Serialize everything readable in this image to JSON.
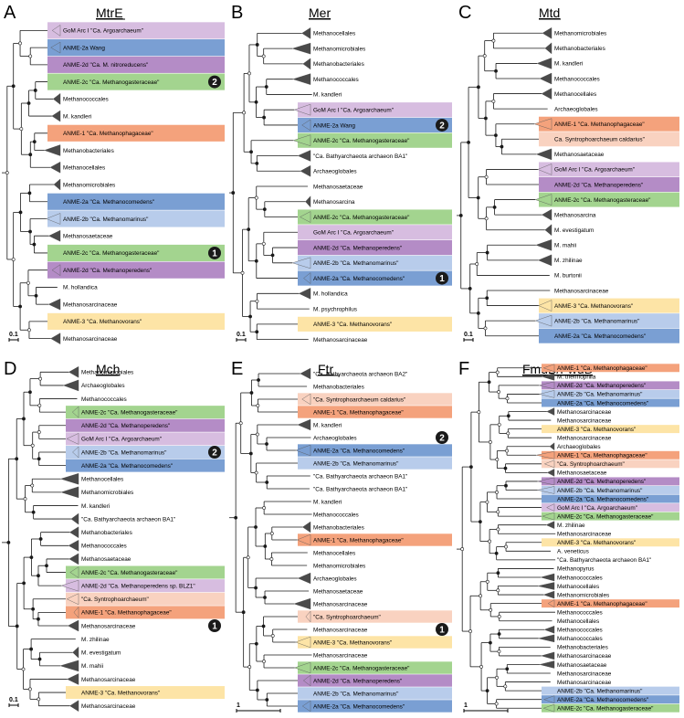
{
  "panels": [
    {
      "letter": "A",
      "title": "MtrE",
      "scale": "0.1",
      "badges": [
        "2",
        "1"
      ],
      "leaves": [
        {
          "text": "GoM Arc I \"Ca. Argoarchaeum\"",
          "color": "#d7bde0"
        },
        {
          "text": "ANME-2a Wang",
          "color": "#7a9fd3"
        },
        {
          "text": "ANME-2d \"Ca. M. nitroreducens\"",
          "color": "#b48cc6"
        },
        {
          "text": "ANME-2c \"Ca. Methanogasteraceae\"",
          "color": "#a3d48f"
        },
        {
          "text": "Methanococcales",
          "color": ""
        },
        {
          "text": "M. kandleri",
          "color": ""
        },
        {
          "text": "ANME-1 \"Ca. Methanophagaceae\"",
          "color": "#f4a27c"
        },
        {
          "text": "Methanobacteriales",
          "color": ""
        },
        {
          "text": "Methanocellales",
          "color": ""
        },
        {
          "text": "Methanomicrobiales",
          "color": ""
        },
        {
          "text": "ANME-2a \"Ca. Methanocomedens\"",
          "color": "#7a9fd3"
        },
        {
          "text": "ANME-2b \"Ca. Methanomarinus\"",
          "color": "#b8cceb"
        },
        {
          "text": "Methanosaetaceae",
          "color": ""
        },
        {
          "text": "ANME-2c \"Ca. Methanogasteraceae\"",
          "color": "#a3d48f"
        },
        {
          "text": "ANME-2d \"Ca. Methanoperedens\"",
          "color": "#b48cc6"
        },
        {
          "text": "M. hollandica",
          "color": ""
        },
        {
          "text": "Methanosarcinaceae",
          "color": ""
        },
        {
          "text": "ANME-3 \"Ca. Methanovorans\"",
          "color": "#fde4a6"
        },
        {
          "text": "Methanosarcinaceae",
          "color": ""
        }
      ]
    },
    {
      "letter": "B",
      "title": "Mer",
      "scale": "0.1",
      "badges": [
        "2",
        "1"
      ],
      "leaves": [
        {
          "text": "Methanocellales",
          "color": ""
        },
        {
          "text": "Methanomicrobiales",
          "color": ""
        },
        {
          "text": "Methanobacteriales",
          "color": ""
        },
        {
          "text": "Methanococcales",
          "color": ""
        },
        {
          "text": "M. kandleri",
          "color": ""
        },
        {
          "text": "GoM Arc I \"Ca. Argoarchaeum\"",
          "color": "#d7bde0"
        },
        {
          "text": "ANME-2a Wang",
          "color": "#7a9fd3"
        },
        {
          "text": "ANME-2c \"Ca. Methanogasteraceae\"",
          "color": "#a3d48f"
        },
        {
          "text": "\"Ca. Bathyarchaeota archaeon BA1\"",
          "color": ""
        },
        {
          "text": "Archaeoglobales",
          "color": ""
        },
        {
          "text": "Methanosaetaceae",
          "color": ""
        },
        {
          "text": "Methanosarcina",
          "color": ""
        },
        {
          "text": "ANME-2c \"Ca. Methanogasteraceae\"",
          "color": "#a3d48f"
        },
        {
          "text": "GoM Arc I \"Ca. Argoarchaeum\"",
          "color": "#d7bde0"
        },
        {
          "text": "ANME-2d \"Ca. Methanoperedens\"",
          "color": "#b48cc6"
        },
        {
          "text": "ANME-2b \"Ca. Methanomarinus\"",
          "color": "#b8cceb"
        },
        {
          "text": "ANME-2a \"Ca. Methanocomedens\"",
          "color": "#7a9fd3"
        },
        {
          "text": "M. hollandica",
          "color": ""
        },
        {
          "text": "M. psychrophilus",
          "color": ""
        },
        {
          "text": "ANME-3 \"Ca. Methanovorans\"",
          "color": "#fde4a6"
        },
        {
          "text": "Methanosarcinaceae",
          "color": ""
        }
      ]
    },
    {
      "letter": "C",
      "title": "Mtd",
      "scale": "0.1",
      "badges": [],
      "leaves": [
        {
          "text": "Methanomicrobiales",
          "color": ""
        },
        {
          "text": "Methanobacteriales",
          "color": ""
        },
        {
          "text": "M. kandleri",
          "color": ""
        },
        {
          "text": "Methanococcales",
          "color": ""
        },
        {
          "text": "Methanocellales",
          "color": ""
        },
        {
          "text": "Archaeoglobales",
          "color": ""
        },
        {
          "text": "ANME-1 \"Ca. Methanophagaceae\"",
          "color": "#f4a27c"
        },
        {
          "text": "Ca. Syntrophoarchaeum caldarius\"",
          "color": "#f9d2c0"
        },
        {
          "text": "Methanosaetaceae",
          "color": ""
        },
        {
          "text": "GoM Arc I \"Ca. Argoarchaeum\"",
          "color": "#d7bde0"
        },
        {
          "text": "ANME-2d \"Ca. Methanoperedens\"",
          "color": "#b48cc6"
        },
        {
          "text": "ANME-2c \"Ca. Methanogasteraceae\"",
          "color": "#a3d48f"
        },
        {
          "text": "Methanosarcina",
          "color": ""
        },
        {
          "text": "M. evestigatum",
          "color": ""
        },
        {
          "text": "M. mahii",
          "color": ""
        },
        {
          "text": "M. zhilinae",
          "color": ""
        },
        {
          "text": "M. burtonii",
          "color": ""
        },
        {
          "text": "Methanosarcinaceae",
          "color": ""
        },
        {
          "text": "ANME-3 \"Ca. Methanovorans\"",
          "color": "#fde4a6"
        },
        {
          "text": "ANME-2b \"Ca. Methanomarinus\"",
          "color": "#b8cceb"
        },
        {
          "text": "ANME-2a \"Ca. Methanocomedens\"",
          "color": "#7a9fd3"
        }
      ]
    },
    {
      "letter": "D",
      "title": "Mch",
      "scale": "0.1",
      "badges": [
        "2",
        "1"
      ],
      "leaves": [
        {
          "text": "Methanomicrobiales",
          "color": ""
        },
        {
          "text": "Archaeoglobales",
          "color": ""
        },
        {
          "text": "Methanococcales",
          "color": ""
        },
        {
          "text": "ANME-2c \"Ca. Methanogasteraceae\"",
          "color": "#a3d48f"
        },
        {
          "text": "ANME-2d \"Ca. Methanoperedens\"",
          "color": "#b48cc6"
        },
        {
          "text": "GoM Arc I \"Ca. Argoarchaeum\"",
          "color": "#d7bde0"
        },
        {
          "text": "ANME-2b \"Ca. Methanomarinus\"",
          "color": "#b8cceb"
        },
        {
          "text": "ANME-2a \"Ca. Methanocomedens\"",
          "color": "#7a9fd3"
        },
        {
          "text": "Methanocellales",
          "color": ""
        },
        {
          "text": "Methanomicrobiales",
          "color": ""
        },
        {
          "text": "M. kandleri",
          "color": ""
        },
        {
          "text": "\"Ca. Bathyarchaeota archaeon BA1\"",
          "color": ""
        },
        {
          "text": "Methanobacteriales",
          "color": ""
        },
        {
          "text": "Methanococcales",
          "color": ""
        },
        {
          "text": "Methanosaetaceae",
          "color": ""
        },
        {
          "text": "ANME-2c \"Ca. Methanogasteraceae\"",
          "color": "#a3d48f"
        },
        {
          "text": "ANME-2d \"Ca. Methanoperedens sp. BLZ1\"",
          "color": "#d7bde0"
        },
        {
          "text": "\"Ca. Syntrophoarchaeum\"",
          "color": "#f9d2c0"
        },
        {
          "text": "ANME-1 \"Ca. Methanophagaceae\"",
          "color": "#f4a27c"
        },
        {
          "text": "Methanosarcinaceae",
          "color": ""
        },
        {
          "text": "M. zhilinae",
          "color": ""
        },
        {
          "text": "M. evestigatum",
          "color": ""
        },
        {
          "text": "M. mahii",
          "color": ""
        },
        {
          "text": "Methanosarcinaceae",
          "color": ""
        },
        {
          "text": "ANME-3 \"Ca. Methanovorans\"",
          "color": "#fde4a6"
        },
        {
          "text": "Methanosarcinaceae",
          "color": ""
        }
      ]
    },
    {
      "letter": "E",
      "title": "Ftr",
      "scale": "1",
      "badges": [
        "2",
        "1"
      ],
      "leaves": [
        {
          "text": "\"Ca. Bathyarchaeota archaeon BA2\"",
          "color": ""
        },
        {
          "text": "Methanobacteriales",
          "color": ""
        },
        {
          "text": "\"Ca. Syntrophoarchaeum caldarius\"",
          "color": "#f9d2c0"
        },
        {
          "text": "ANME-1 \"Ca. Methanophagaceae\"",
          "color": "#f4a27c"
        },
        {
          "text": "M. kandleri",
          "color": ""
        },
        {
          "text": "Archaeoglobales",
          "color": ""
        },
        {
          "text": "ANME-2a \"Ca. Methanocomedens\"",
          "color": "#7a9fd3"
        },
        {
          "text": "ANME-2b \"Ca. Methanomarinus\"",
          "color": "#b8cceb"
        },
        {
          "text": "\"Ca. Bathyarchaeota archaeon BA1\"",
          "color": ""
        },
        {
          "text": "\"Ca. Bathyarchaeota archaeon BA1\"",
          "color": ""
        },
        {
          "text": "M. kandleri",
          "color": ""
        },
        {
          "text": "Methanococcales",
          "color": ""
        },
        {
          "text": "Methanobacteriales",
          "color": ""
        },
        {
          "text": "ANME-1 \"Ca. Methanophagaceae\"",
          "color": "#f4a27c"
        },
        {
          "text": "Methanocellales",
          "color": ""
        },
        {
          "text": "Methanomicrobiales",
          "color": ""
        },
        {
          "text": "Archaeoglobales",
          "color": ""
        },
        {
          "text": "Methanosaetaceae",
          "color": ""
        },
        {
          "text": "Methanosarcinaceae",
          "color": ""
        },
        {
          "text": "\"Ca. Syntrophoarchaeum\"",
          "color": "#f9d2c0"
        },
        {
          "text": "Methanosarcinaceae",
          "color": ""
        },
        {
          "text": "ANME-3 \"Ca. Methanovorans\"",
          "color": "#fde4a6"
        },
        {
          "text": "Methanosarcinaceae",
          "color": ""
        },
        {
          "text": "ANME-2c \"Ca. Methanogasteraceae\"",
          "color": "#a3d48f"
        },
        {
          "text": "ANME-2d \"Ca. Methanoperedens\"",
          "color": "#b48cc6"
        },
        {
          "text": "ANME-2b \"Ca. Methanomarinus\"",
          "color": "#b8cceb"
        },
        {
          "text": "ANME-2a \"Ca. Methanocomedens\"",
          "color": "#7a9fd3"
        }
      ]
    },
    {
      "letter": "F",
      "title": "FmdB/FwdB",
      "scale": "1",
      "badges": [],
      "leaves": [
        {
          "text": "ANME-1 \"Ca. Methanophagaceae\"",
          "color": "#f4a27c"
        },
        {
          "text": "M. thermophila",
          "color": ""
        },
        {
          "text": "ANME-2d \"Ca. Methanoperedens\"",
          "color": "#b48cc6"
        },
        {
          "text": "ANME-2b \"Ca. Methanomarinus\"",
          "color": "#b8cceb"
        },
        {
          "text": "ANME-2a \"Ca. Methanocomedens\"",
          "color": "#7a9fd3"
        },
        {
          "text": "Methanosarcinaceae",
          "color": ""
        },
        {
          "text": "Methanosarcinaceae",
          "color": ""
        },
        {
          "text": "ANME-3 \"Ca. Methanovorans\"",
          "color": "#fde4a6"
        },
        {
          "text": "Methanosarcinaceae",
          "color": ""
        },
        {
          "text": "Archaeoglobales",
          "color": ""
        },
        {
          "text": "ANME-1 \"Ca. Methanophagaceae\"",
          "color": "#f4a27c"
        },
        {
          "text": "\"Ca. Syntrophoarchaeum\"",
          "color": "#f9d2c0"
        },
        {
          "text": "Methanosaetaceae",
          "color": ""
        },
        {
          "text": "ANME-2d \"Ca. Methanoperedens\"",
          "color": "#b48cc6"
        },
        {
          "text": "ANME-2b \"Ca. Methanomarinus\"",
          "color": "#b8cceb"
        },
        {
          "text": "ANME-2a \"Ca. Methanocomedens\"",
          "color": "#7a9fd3"
        },
        {
          "text": "GoM Arc I \"Ca. Argoarchaeum\"",
          "color": "#d7bde0"
        },
        {
          "text": "ANME-2c \"Ca. Methanogasteraceae\"",
          "color": "#a3d48f"
        },
        {
          "text": "M. zhilinae",
          "color": ""
        },
        {
          "text": "Methanosarcinaceae",
          "color": ""
        },
        {
          "text": "ANME-3 \"Ca. Methanovorans\"",
          "color": "#fde4a6"
        },
        {
          "text": "A. veneticus",
          "color": ""
        },
        {
          "text": "\"Ca. Bathyarchaeota archaeon BA1\"",
          "color": ""
        },
        {
          "text": "Methanopyrus",
          "color": ""
        },
        {
          "text": "Methanococcales",
          "color": ""
        },
        {
          "text": "Methanocellales",
          "color": ""
        },
        {
          "text": "Methanomicrobiales",
          "color": ""
        },
        {
          "text": "ANME-1 \"Ca. Methanophagaceae\"",
          "color": "#f4a27c"
        },
        {
          "text": "Methanococcales",
          "color": ""
        },
        {
          "text": "Methanocellales",
          "color": ""
        },
        {
          "text": "Methanococcales",
          "color": ""
        },
        {
          "text": "Methanococcales",
          "color": ""
        },
        {
          "text": "Methanobacteriales",
          "color": ""
        },
        {
          "text": "Methanosarcinaceae",
          "color": ""
        },
        {
          "text": "Methanosaetaceae",
          "color": ""
        },
        {
          "text": "Methanosarcinaceae",
          "color": ""
        },
        {
          "text": "Methanosarcinaceae",
          "color": ""
        },
        {
          "text": "ANME-2b \"Ca. Methanomarinus\"",
          "color": "#b8cceb"
        },
        {
          "text": "ANME-2a \"Ca. Methanocomedens\"",
          "color": "#7a9fd3"
        },
        {
          "text": "ANME-2c \"Ca. Methanogasteraceae\"",
          "color": "#a3d48f"
        }
      ]
    }
  ],
  "branch_color": "#1a1a1a",
  "clade_color": "#4a4a4a",
  "badge_color": "#1a1a1a"
}
